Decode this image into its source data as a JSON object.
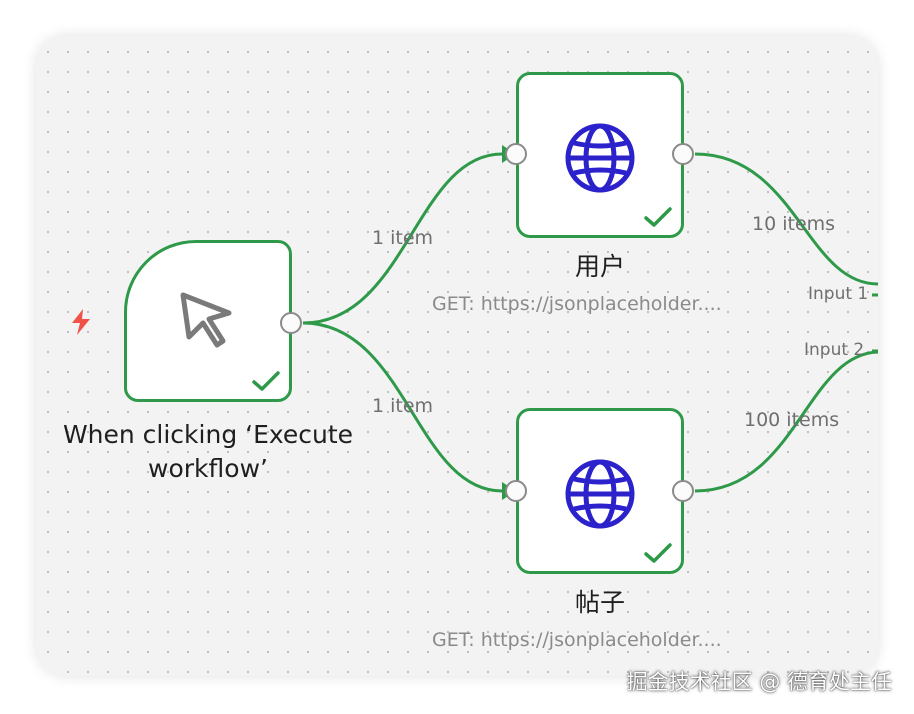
{
  "colors": {
    "node_border": "#2e9a49",
    "wire": "#2e9a49",
    "globe": "#2b22cc",
    "trigger_bolt": "#f0524a"
  },
  "trigger_node": {
    "icon": "mouse-pointer-icon",
    "title_line1": "When clicking ‘Execute",
    "title_line2": "workflow’",
    "status_icon": "checkmark-icon"
  },
  "trigger_marker_icon": "lightning-bolt-icon",
  "http_nodes": [
    {
      "icon": "globe-icon",
      "title": "用户",
      "subtitle": "GET: https://jsonplaceholder....",
      "status_icon": "checkmark-icon"
    },
    {
      "icon": "globe-icon",
      "title": "帖子",
      "subtitle": "GET: https://jsonplaceholder....",
      "status_icon": "checkmark-icon"
    }
  ],
  "edges": [
    {
      "label": "1 item"
    },
    {
      "label": "1 item"
    },
    {
      "label": "10 items"
    },
    {
      "label": "100 items"
    }
  ],
  "merge_inputs": [
    "Input 1",
    "Input 2"
  ],
  "watermark": "掘金技术社区 @ 德育处主任"
}
